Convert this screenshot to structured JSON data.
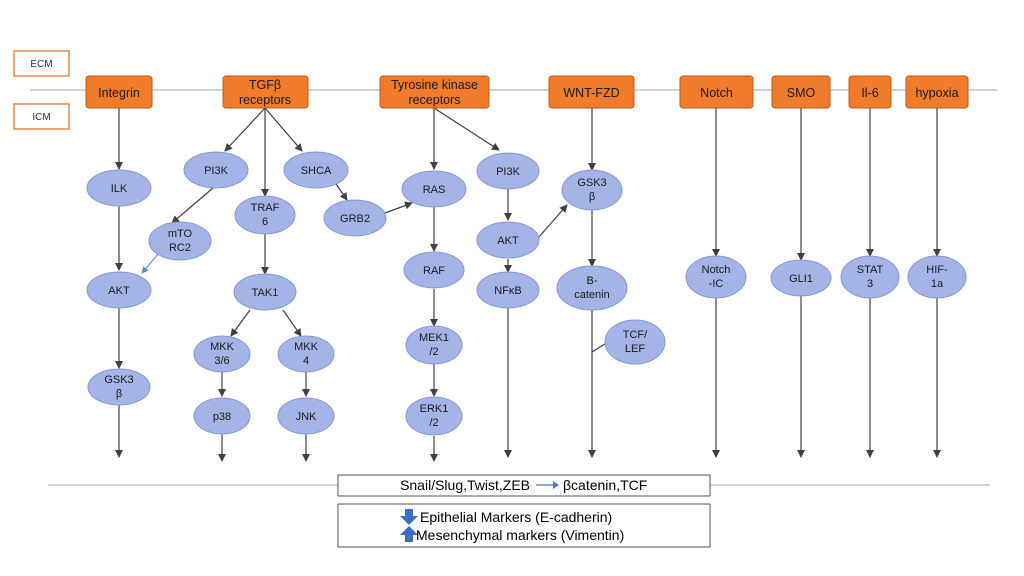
{
  "zones": {
    "ecm": "ECM",
    "icm": "ICM"
  },
  "receptors": {
    "integrin": [
      "Integrin"
    ],
    "tgfb": [
      "TGFβ",
      "receptors"
    ],
    "tyrosine": [
      "Tyrosine kinase",
      "receptors"
    ],
    "wnt": [
      "WNT-FZD"
    ],
    "notch": [
      "Notch"
    ],
    "smo": [
      "SMO"
    ],
    "il6": [
      "Il-6"
    ],
    "hypoxia": [
      "hypoxia"
    ]
  },
  "nodes": {
    "ilk": [
      "ILK"
    ],
    "akt1": [
      "AKT"
    ],
    "gsk3b1": [
      "GSK3",
      "β"
    ],
    "pi3k1": [
      "PI3K"
    ],
    "mtorc2": [
      "mTO",
      "RC2"
    ],
    "traf6": [
      "TRAF",
      "6"
    ],
    "shca": [
      "SHCA"
    ],
    "grb2": [
      "GRB2"
    ],
    "tak1": [
      "TAK1"
    ],
    "mkk36": [
      "MKK",
      "3/6"
    ],
    "mkk4": [
      "MKK",
      "4"
    ],
    "p38": [
      "p38"
    ],
    "jnk": [
      "JNK"
    ],
    "ras": [
      "RAS"
    ],
    "raf": [
      "RAF"
    ],
    "mek12": [
      "MEK1",
      "/2"
    ],
    "erk12": [
      "ERK1",
      "/2"
    ],
    "pi3k2": [
      "PI3K"
    ],
    "akt2": [
      "AKT"
    ],
    "nfkb": [
      "NFκB"
    ],
    "gsk3b2": [
      "GSK3",
      "β"
    ],
    "bcatenin": [
      "B-",
      "catenin"
    ],
    "tcflef": [
      "TCF/",
      "LEF"
    ],
    "notchic": [
      "Notch",
      "-IC"
    ],
    "gli1": [
      "GLI1"
    ],
    "stat3": [
      "STAT",
      "3"
    ],
    "hif1a": [
      "HIF-",
      "1a"
    ]
  },
  "output": {
    "transcription_left": "Snail/Slug,Twist,ZEB",
    "transcription_right": "βcatenin,TCF",
    "epithelial": "Epithelial Markers (E-cadherin)",
    "mesenchymal": "Mesenchymal markers (Vimentin)"
  },
  "colors": {
    "receptor": "#F07C2B",
    "node": "#A4B4E6",
    "arrow_down": "#3A6FC4",
    "arrow_up": "#3A6FC4"
  }
}
